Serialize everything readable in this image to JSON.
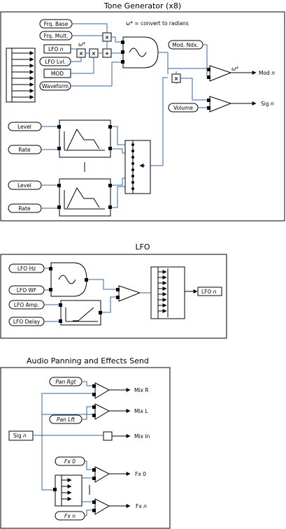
{
  "tone_generator": {
    "title": "Tone Generator (x8)",
    "note": "ω* = convert to radians",
    "omega_star": "ω*",
    "inputs": {
      "frq_base": "Frq. Base",
      "frq_mult": "Frq. Mult.",
      "lfo_n": "LFO",
      "lfo_n_italic": "n",
      "lfo_lvl": "LFO Lvl.",
      "mod": "MOD",
      "waveform": "Waveform",
      "mod_ndx": "Mod. Ndx.",
      "volume": "Volume",
      "level_1": "Level",
      "rate_1": "Rate",
      "level_2": "Level",
      "rate_2": "Rate"
    },
    "ops": {
      "mul": "×",
      "add": "+"
    },
    "outputs": {
      "mod_n": "Mod",
      "mod_n_italic": "n",
      "sig_n": "Sig",
      "sig_n_italic": "n"
    }
  },
  "lfo": {
    "title": "LFO",
    "inputs": {
      "lfo_hz": "LFO Hz",
      "lfo_wf": "LFO WF",
      "lfo_amp": "LFO Amp.",
      "lfo_delay": "LFO Delay"
    },
    "output": "LFO",
    "output_italic": "n"
  },
  "audio": {
    "title": "Audio Panning and Effects Send",
    "input": "Sig",
    "input_italic": "n",
    "controls": {
      "pan_rgt": "Pan Rgt",
      "pan_lft": "Pan Lft",
      "fx_0": "Fx 0",
      "fx_n": "Fx",
      "fx_n_italic": "n"
    },
    "outputs": {
      "mix_r": "Mix R",
      "mix_l": "Mix L",
      "mix_in": "Mix In",
      "fx_0": "Fx 0",
      "fx_n": "Fx",
      "fx_n_italic": "n"
    }
  },
  "colors": {
    "wire": "#2f64a8",
    "line": "#000000"
  }
}
